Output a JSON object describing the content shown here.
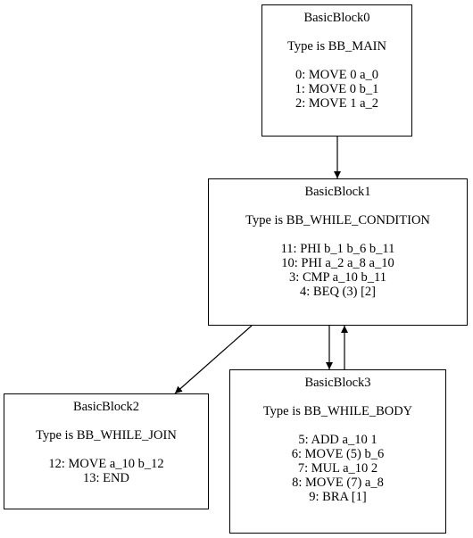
{
  "blocks": [
    {
      "title": "BasicBlock0",
      "type": "Type is BB_MAIN",
      "instructions": [
        "0: MOVE 0 a_0",
        "1: MOVE 0 b_1",
        "2: MOVE 1 a_2"
      ]
    },
    {
      "title": "BasicBlock1",
      "type": "Type is BB_WHILE_CONDITION",
      "instructions": [
        "11: PHI b_1 b_6 b_11",
        "10: PHI a_2 a_8 a_10",
        "3: CMP a_10 b_11",
        "4: BEQ (3) [2]"
      ]
    },
    {
      "title": "BasicBlock2",
      "type": "Type is BB_WHILE_JOIN",
      "instructions": [
        "12: MOVE a_10 b_12",
        "13: END"
      ]
    },
    {
      "title": "BasicBlock3",
      "type": "Type is BB_WHILE_BODY",
      "instructions": [
        "5: ADD a_10 1",
        "6: MOVE (5) b_6",
        "7: MUL a_10 2",
        "8: MOVE (7) a_8",
        "9: BRA [1]"
      ]
    }
  ],
  "edges": [
    {
      "from": "BasicBlock0",
      "to": "BasicBlock1"
    },
    {
      "from": "BasicBlock1",
      "to": "BasicBlock2"
    },
    {
      "from": "BasicBlock1",
      "to": "BasicBlock3"
    },
    {
      "from": "BasicBlock3",
      "to": "BasicBlock1"
    }
  ]
}
